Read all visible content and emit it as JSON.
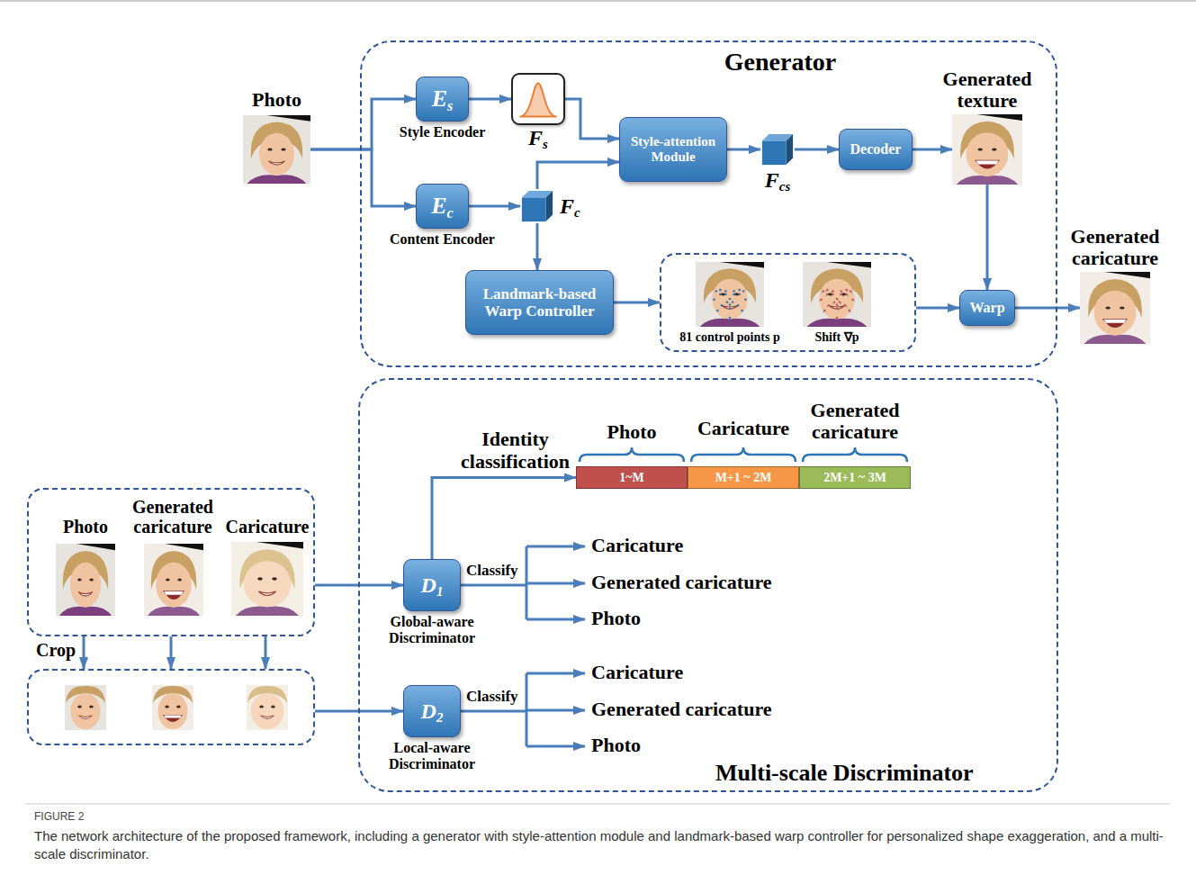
{
  "diagram": {
    "caption": "The network architecture of the proposed framework, including a generator with style-attention module and landmark-based warp controller for personalized shape exaggeration, and a multi-scale discriminator.",
    "nodes": [
      {
        "text": [
          "Generator"
        ]
      },
      {
        "text": [
          "Photo"
        ]
      },
      {
        "text": [
          "Es",
          "Style Encoder"
        ],
        "in": 0
      },
      {
        "text": [
          "Ec",
          "Content Encoder"
        ],
        "in": 0
      },
      {
        "text": [
          "Fs"
        ],
        "in": 0
      },
      {
        "text": [
          "Fc"
        ],
        "in": 0
      },
      {
        "text": [
          "Style-attention Module"
        ],
        "in": 0
      },
      {
        "text": [
          "Fcs"
        ],
        "in": 0
      },
      {
        "text": [
          "Decoder"
        ],
        "in": 0
      },
      {
        "text": [
          "Generated texture"
        ],
        "in": 0
      },
      {
        "text": [
          "Landmark-based Warp Controller"
        ],
        "in": 0
      },
      {
        "text": [
          "81 control points p",
          "Shift ∇p"
        ],
        "in": 0
      },
      {
        "text": [
          "Warp"
        ],
        "in": 0
      },
      {
        "text": [
          "Generated caricature"
        ]
      },
      {
        "text": [
          "Multi-scale Discriminator"
        ]
      },
      {
        "text": [
          "Photo",
          "1~M"
        ],
        "in": 14
      },
      {
        "text": [
          "Caricature",
          "M+1 ~ 2M"
        ],
        "in": 14
      },
      {
        "text": [
          "Generated caricature",
          "2M+1 ~ 3M"
        ],
        "in": 14
      },
      {
        "text": [
          "Photo",
          "Generated caricature",
          "Caricature"
        ]
      },
      {
        "text": [
          "Crop"
        ]
      },
      {
        "text": [
          "D1",
          "Global-aware Discriminator"
        ],
        "in": 14
      },
      {
        "text": [
          "D2",
          "Local-aware Discriminator"
        ],
        "in": 14
      }
    ],
    "edges": [
      {
        "from": 1,
        "to": 2,
        "arrow": "to"
      },
      {
        "from": 1,
        "to": 3,
        "arrow": "to"
      },
      {
        "from": 2,
        "to": 4,
        "arrow": "to"
      },
      {
        "from": 3,
        "to": 5,
        "arrow": "to"
      },
      {
        "from": 4,
        "to": 6,
        "arrow": "to"
      },
      {
        "from": 5,
        "to": 6,
        "arrow": "to"
      },
      {
        "from": 5,
        "to": 10,
        "arrow": "to"
      },
      {
        "from": 6,
        "to": 7,
        "arrow": "to"
      },
      {
        "from": 7,
        "to": 8,
        "arrow": "to"
      },
      {
        "from": 8,
        "to": 9,
        "arrow": "to"
      },
      {
        "from": 9,
        "to": 12,
        "arrow": "to"
      },
      {
        "from": 10,
        "to": 11,
        "arrow": "to"
      },
      {
        "from": 11,
        "to": 12,
        "arrow": "to"
      },
      {
        "from": 12,
        "to": 13,
        "arrow": "to"
      },
      {
        "from": 18,
        "to": 20,
        "arrow": "to"
      },
      {
        "from": 18,
        "to": 19,
        "arrow": "to"
      },
      {
        "from": 18,
        "to": 19,
        "arrow": "to"
      },
      {
        "from": 18,
        "to": 19,
        "arrow": "to"
      },
      {
        "from": 19,
        "to": 21,
        "arrow": "to"
      },
      {
        "from": 20,
        "to": 15,
        "label": "Identity classification",
        "arrow": "to"
      }
    ],
    "labels": [
      "Classify",
      "Caricature",
      "Generated caricature",
      "Photo",
      "Classify",
      "Caricature",
      "Generated caricature",
      "Photo",
      "FIGURE 2"
    ]
  }
}
